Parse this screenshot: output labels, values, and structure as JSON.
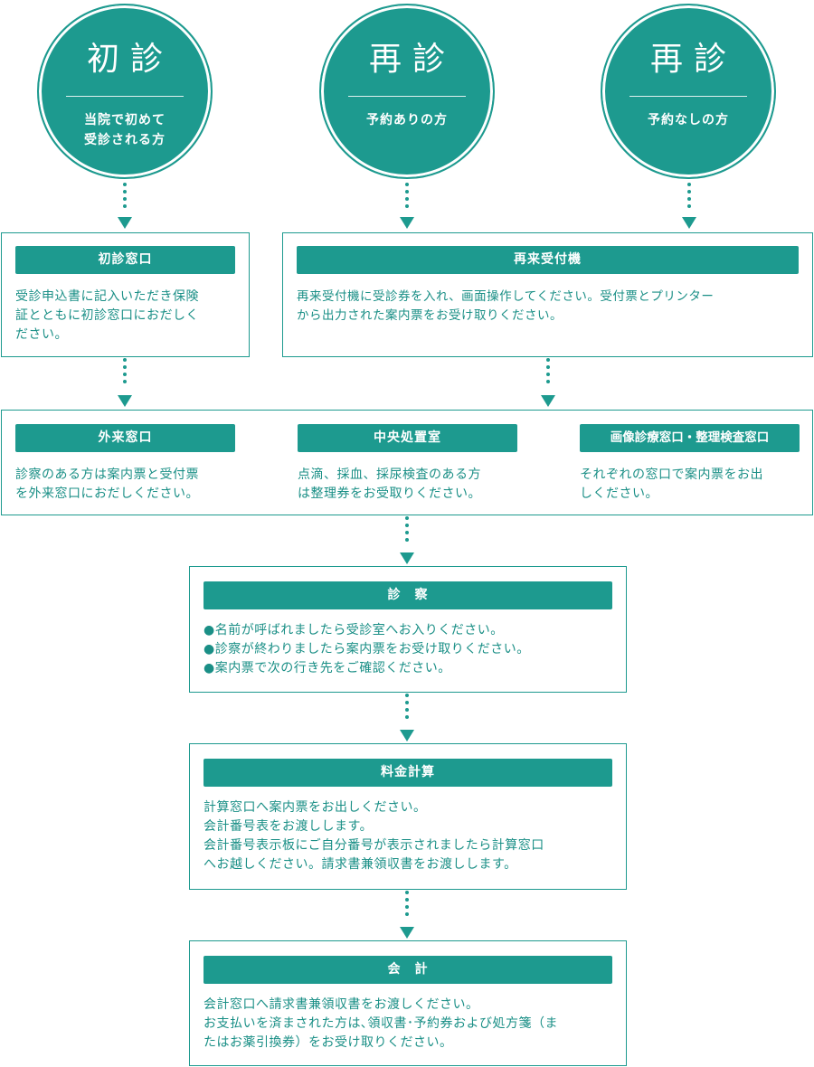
{
  "circles": [
    {
      "title": "初診",
      "sub_lines": [
        "当院で初めて",
        "受診される方"
      ]
    },
    {
      "title": "再診",
      "sub_lines": [
        "予約ありの方"
      ]
    },
    {
      "title": "再診",
      "sub_lines": [
        "予約なしの方"
      ]
    }
  ],
  "boxes": {
    "first_visit": {
      "header": "初診窓口",
      "lines": [
        "受診申込書に記入いただき保険",
        "証とともに初診窓口におだしく",
        "ださい。"
      ]
    },
    "revisit_machine": {
      "header": "再来受付機",
      "lines": [
        "再来受付機に受診券を入れ、画面操作してください。受付票とプリンター",
        "から出力された案内票をお受け取りください。"
      ]
    },
    "outpatient": {
      "header": "外来窓口",
      "lines": [
        "診察のある方は案内票と受付票",
        "を外来窓口におだしください。"
      ]
    },
    "central": {
      "header": "中央処置室",
      "lines": [
        "点滴、採血、採尿検査のある方",
        "は整理券をお受取りください。"
      ]
    },
    "imaging": {
      "header": "画像診療窓口・整理検査窓口",
      "lines": [
        "それぞれの窓口で案内票をお出",
        "しください。"
      ]
    },
    "exam": {
      "header": "診　察",
      "lines": [
        "●名前が呼ばれましたら受診室へお入りください。",
        "●診察が終わりましたら案内票をお受け取りください。",
        "●案内票で次の行き先をご確認ください。"
      ]
    },
    "billing": {
      "header": "料金計算",
      "lines": [
        "計算窓口へ案内票をお出しください。",
        "会計番号表をお渡しします。",
        "会計番号表示板にご自分番号が表示されましたら計算窓口",
        "へお越しください。請求書兼領収書をお渡しします。"
      ]
    },
    "payment": {
      "header": "会　計",
      "lines": [
        "会計窓口へ請求書兼領収書をお渡しください。",
        "お支払いを済まされた方は､領収書･予約券および処方箋（ま",
        "たはお薬引換券）をお受け取りください。"
      ]
    }
  },
  "colors": {
    "teal": "#1d9a8f",
    "text": "#1a8f86",
    "white": "#ffffff"
  }
}
